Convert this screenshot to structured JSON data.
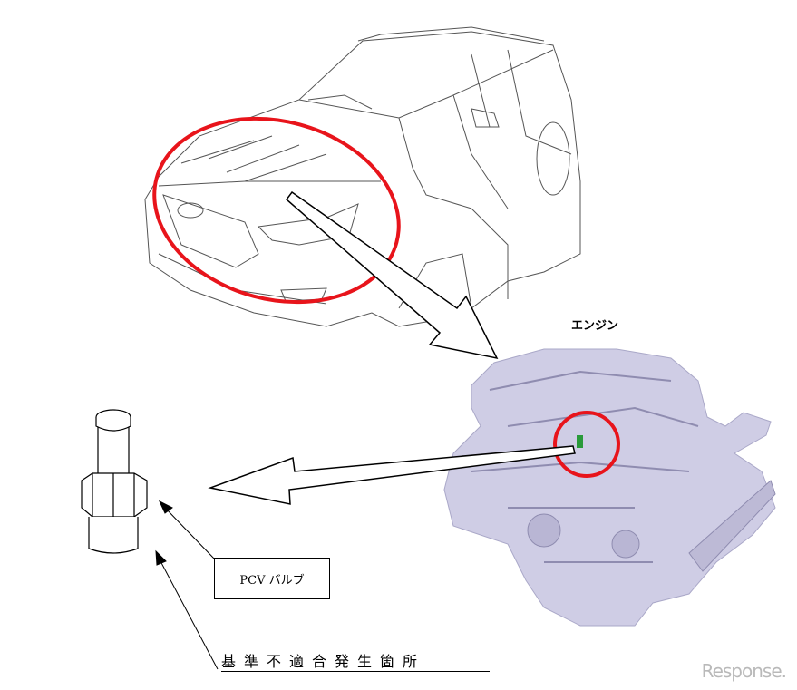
{
  "labels": {
    "engine": "エンジン",
    "pcv_valve": "PCV バルブ",
    "defect_location": "基準不適合発生箇所"
  },
  "watermark": "Response.",
  "colors": {
    "highlight": "#e8141b",
    "engine": "#c9c6e0",
    "line": "#000000"
  }
}
